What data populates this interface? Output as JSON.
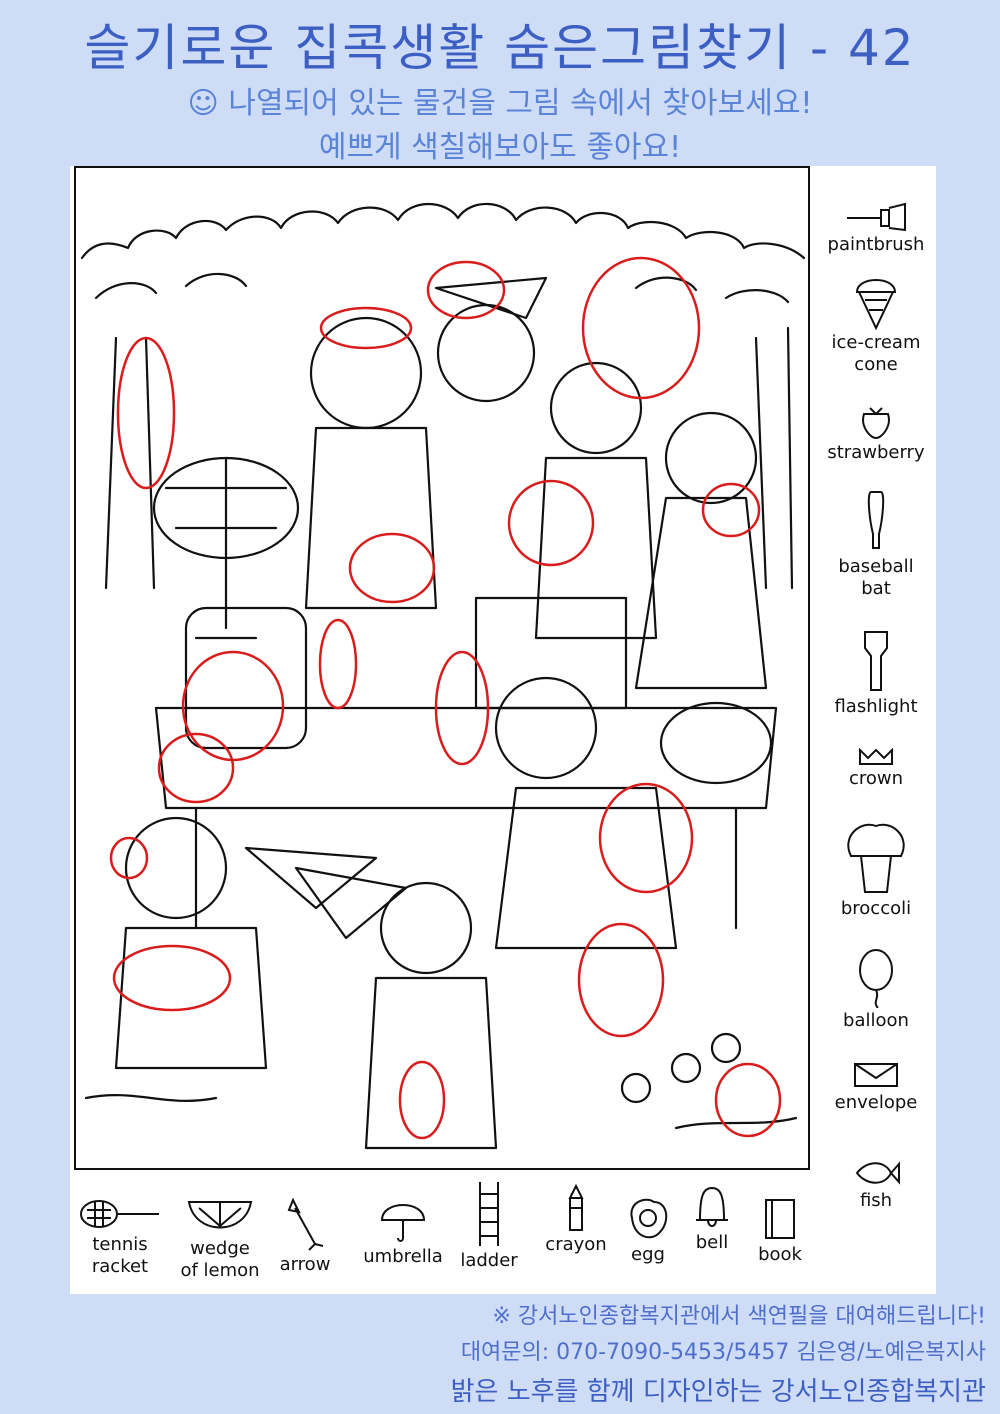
{
  "title": "슬기로운 집콕생활   숨은그림찾기 - 42",
  "subtitle1": "☺ 나열되어 있는 물건을 그림 속에서 찾아보세요!",
  "subtitle2": "예쁘게 색칠해보아도 좋아요!",
  "items": {
    "paintbrush": "paintbrush",
    "icecream_1": "ice-cream",
    "icecream_2": "cone",
    "strawberry": "strawberry",
    "baseballbat_1": "baseball",
    "baseballbat_2": "bat",
    "flashlight": "flashlight",
    "crown": "crown",
    "broccoli": "broccoli",
    "balloon": "balloon",
    "envelope": "envelope",
    "fish": "fish",
    "tennis_1": "tennis",
    "tennis_2": "racket",
    "lemon_1": "wedge",
    "lemon_2": "of lemon",
    "arrow": "arrow",
    "umbrella": "umbrella",
    "ladder": "ladder",
    "crayon": "crayon",
    "egg": "egg",
    "bell": "bell",
    "book": "book"
  },
  "footer": {
    "line1": "※ 강서노인종합복지관에서 색연필을 대여해드립니다!",
    "line2": "대여문의: 070-7090-5453/5457 김은영/노예은복지사",
    "line3": "밝은 노후를 함께 디자인하는 강서노인종합복지관"
  },
  "colors": {
    "background": "#cfdcf5",
    "title": "#3c5fc4",
    "subtitle": "#5a84d8",
    "circle": "#d91c1c"
  }
}
